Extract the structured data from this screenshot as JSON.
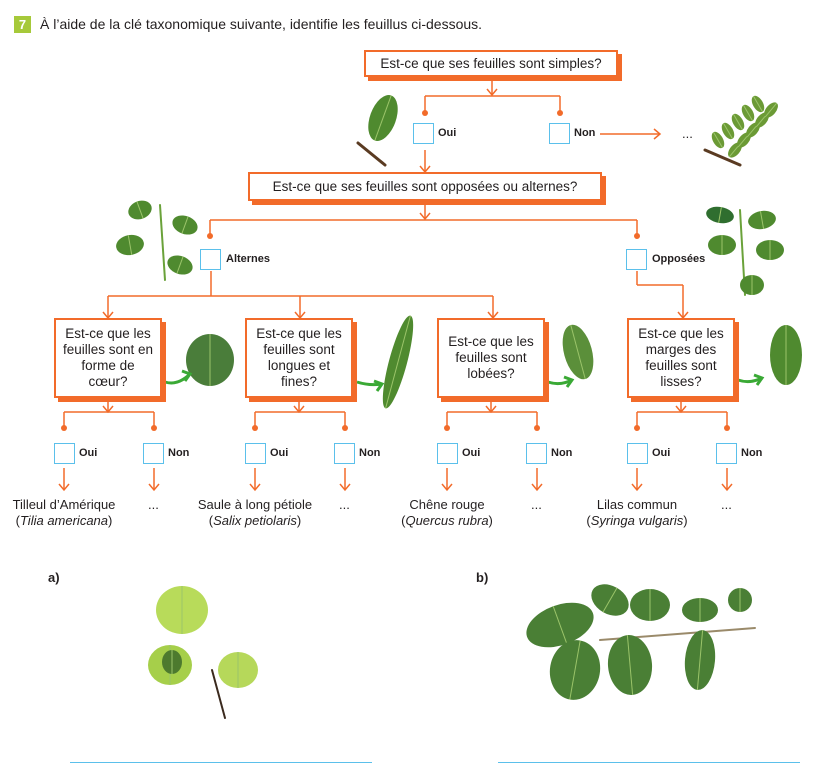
{
  "exercise": {
    "number": "7",
    "instruction": "À l’aide de la clé taxonomique suivante, identifie les feuillus ci-dessous."
  },
  "key": {
    "q1": "Est-ce que ses feuilles sont simples?",
    "q1_yes": "Oui",
    "q1_no": "Non",
    "q1_no_result": "...",
    "q2": "Est-ce que ses feuilles sont opposées ou alternes?",
    "q2_alt": "Alternes",
    "q2_opp": "Opposées",
    "questions": [
      {
        "text": "Est-ce que les feuilles sont en forme de cœur?",
        "yes": "Oui",
        "no": "Non",
        "yes_result": "Tilleul d’Amérique",
        "yes_latin": "Tilia americana",
        "no_result": "..."
      },
      {
        "text": "Est-ce que les feuilles sont longues et fines?",
        "yes": "Oui",
        "no": "Non",
        "yes_result": "Saule à long pétiole",
        "yes_latin": "Salix petiolaris",
        "no_result": "..."
      },
      {
        "text": "Est-ce que les feuilles sont lobées?",
        "yes": "Oui",
        "no": "Non",
        "yes_result": "Chêne rouge",
        "yes_latin": "Quercus rubra",
        "no_result": "..."
      },
      {
        "text": "Est-ce que les marges des feuilles sont lisses?",
        "yes": "Oui",
        "no": "Non",
        "yes_result": "Lilas commun",
        "yes_latin": "Syringa vulgaris",
        "no_result": "..."
      }
    ]
  },
  "specimens": [
    {
      "label": "a)"
    },
    {
      "label": "b)"
    }
  ],
  "colors": {
    "accent": "#f26b2a",
    "checkbox": "#5bc0eb",
    "badge": "#a6c93a",
    "leaf": "#4f8a2f"
  }
}
